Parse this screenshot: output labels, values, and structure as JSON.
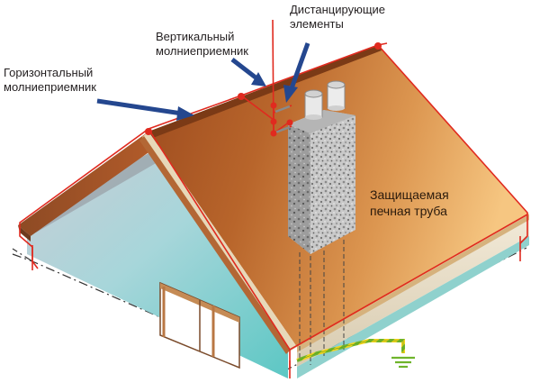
{
  "labels": {
    "horizontal": {
      "line1": "Горизонтальный",
      "line2": "молниеприемник"
    },
    "vertical": {
      "line1": "Вертикальный",
      "line2": "молниеприемник"
    },
    "spacers": {
      "line1": "Дистанцирующие",
      "line2": "элементы"
    },
    "chimney": {
      "line1": "Защищаемая",
      "line2": "печная труба"
    }
  },
  "colors": {
    "lightning_conductor": "#e02a1f",
    "arrow": "#24478f",
    "roof_dark": "#a2501f",
    "roof_light": "#f4c27e",
    "wall_gable": "#7fd0cf",
    "ground_conductor": "#6fb52c",
    "ground_conductor_stripe": "#f2d31b"
  }
}
